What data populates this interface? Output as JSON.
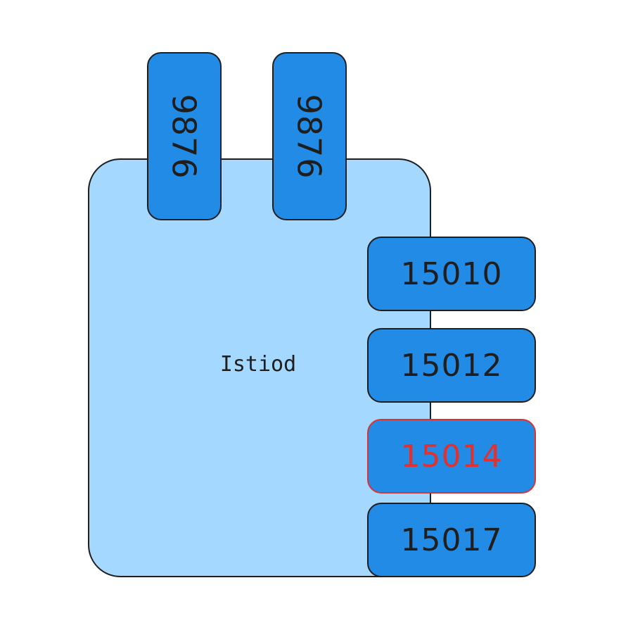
{
  "diagram": {
    "service_label": "Istiod",
    "top_ports": [
      {
        "label": "9876"
      },
      {
        "label": "9876"
      }
    ],
    "side_ports": [
      {
        "label": "15010",
        "highlighted": false
      },
      {
        "label": "15012",
        "highlighted": false
      },
      {
        "label": "15014",
        "highlighted": true
      },
      {
        "label": "15017",
        "highlighted": false
      }
    ]
  },
  "colors": {
    "service_fill": "#a5d8ff",
    "port_fill": "#228be6",
    "stroke": "#1e1e1e",
    "highlight": "#e03131"
  }
}
